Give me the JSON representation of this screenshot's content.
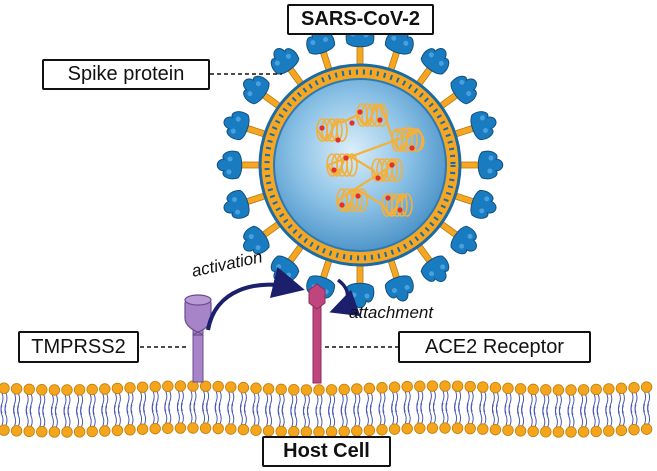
{
  "labels": {
    "virus": "SARS-CoV-2",
    "spike": "Spike protein",
    "tmprss2": "TMPRSS2",
    "ace2": "ACE2 Receptor",
    "host": "Host Cell"
  },
  "annotations": {
    "activation": "activation",
    "attachment": "attachment"
  },
  "colors": {
    "spike": "#1a7cc0",
    "virus_fill": "#6aaed6",
    "envelope_orange": "#f5a623",
    "rna": "#f3b03a",
    "rna_dots": "#e0322b",
    "receptor": "#c0457f",
    "tmprss2": "#a784c8",
    "arrow": "#1c1f6b",
    "lipid_head": "#f4a51c",
    "lipid_tail": "#4a58b0"
  }
}
